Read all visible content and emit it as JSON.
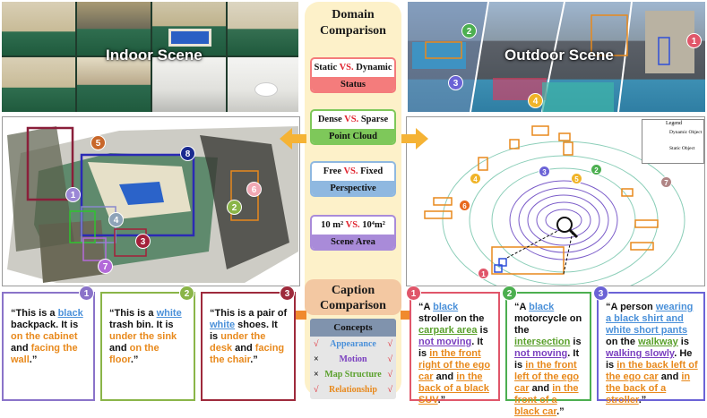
{
  "indoor": {
    "label": "Indoor Scene"
  },
  "outdoor": {
    "label": "Outdoor Scene"
  },
  "domain": {
    "title_line1": "Domain",
    "title_line2": "Comparison",
    "items": [
      {
        "left": "Static",
        "vs": "VS.",
        "right": "Dynamic",
        "name": "Status",
        "color": "#f47c7c"
      },
      {
        "left": "Dense",
        "vs": "VS.",
        "right": "Sparse",
        "name": "Point Cloud",
        "color": "#7ec85a"
      },
      {
        "left": "Free",
        "vs": "VS.",
        "right": "Fixed",
        "name": "Perspective",
        "color": "#8fb8e0"
      },
      {
        "left": "10 m²",
        "vs": "VS.",
        "right": "10⁴m²",
        "name": "Scene Area",
        "color": "#a98bd9"
      }
    ]
  },
  "caption": {
    "title_line1": "Caption",
    "title_line2": "Comparison",
    "concepts_title": "Concepts",
    "rows": [
      {
        "left": "√",
        "label": "Appearance",
        "right": "√",
        "color": "#4a90d9"
      },
      {
        "left": "×",
        "label": "Motion",
        "right": "√",
        "color": "#7a3fbf"
      },
      {
        "left": "×",
        "label": "Map Structure",
        "right": "√",
        "color": "#5aa02c"
      },
      {
        "left": "√",
        "label": "Relationship",
        "right": "√",
        "color": "#e8891c"
      }
    ]
  },
  "legend": {
    "title": "Legend",
    "dynamic": "Dynamic Object",
    "static": "Static Object"
  },
  "indoor_markers": [
    "1",
    "2",
    "3",
    "4",
    "5",
    "6",
    "7",
    "8"
  ],
  "outdoor_markers": [
    "1",
    "2",
    "3",
    "4",
    "5",
    "6",
    "7"
  ],
  "captions_indoor": [
    {
      "num": "1",
      "color": "#8a73c9",
      "p1": "“This is a ",
      "h1": "black",
      "p2": " backpack. It is ",
      "h2": "on the cabinet",
      "p3": " and ",
      "h3": "facing the wall",
      "p4": ".”"
    },
    {
      "num": "2",
      "color": "#8ab548",
      "p1": "“This is a ",
      "h1": "white",
      "p2": " trash bin. It is ",
      "h2": "under the sink",
      "p3": " and ",
      "h3": "on the floor",
      "p4": ".”"
    },
    {
      "num": "3",
      "color": "#9e2a3c",
      "p1": "“This is a pair of ",
      "h1": "white",
      "p2": " shoes. It is ",
      "h2": "under the desk",
      "p3": " and ",
      "h3": "facing the chair",
      "p4": ".”"
    }
  ],
  "captions_outdoor": [
    {
      "num": "1",
      "color": "#e0566a",
      "t1": "“A ",
      "h1": "black",
      "t2": " stroller on the ",
      "h2": "carpark area",
      "t3": " is ",
      "h3": "not moving",
      "t4": ". It is ",
      "h4": "in the front right of the ego car",
      "t5": " and ",
      "h5": "in the back of a black SUV",
      "t6": ".”"
    },
    {
      "num": "2",
      "color": "#4caf50",
      "t1": "“A ",
      "h1": "black",
      "t2": " motorcycle on the ",
      "h2": "intersection",
      "t3": " is ",
      "h3": "not moving",
      "t4": ". It is ",
      "h4": "in the front left of the ego car",
      "t5": " and ",
      "h5": "in the front of a black car",
      "t6": ".”"
    },
    {
      "num": "3",
      "color": "#6b63d6",
      "t1": "“A person ",
      "h1": "wearing a black shirt and white short pants",
      "t2": " on the ",
      "h2": "walkway",
      "t3": " is ",
      "h3": "walking slowly",
      "t4": ". He is ",
      "h4": "in the back left of the ego car",
      "t5": " and ",
      "h5": "in the back of a stroller",
      "t6": ".”"
    }
  ]
}
